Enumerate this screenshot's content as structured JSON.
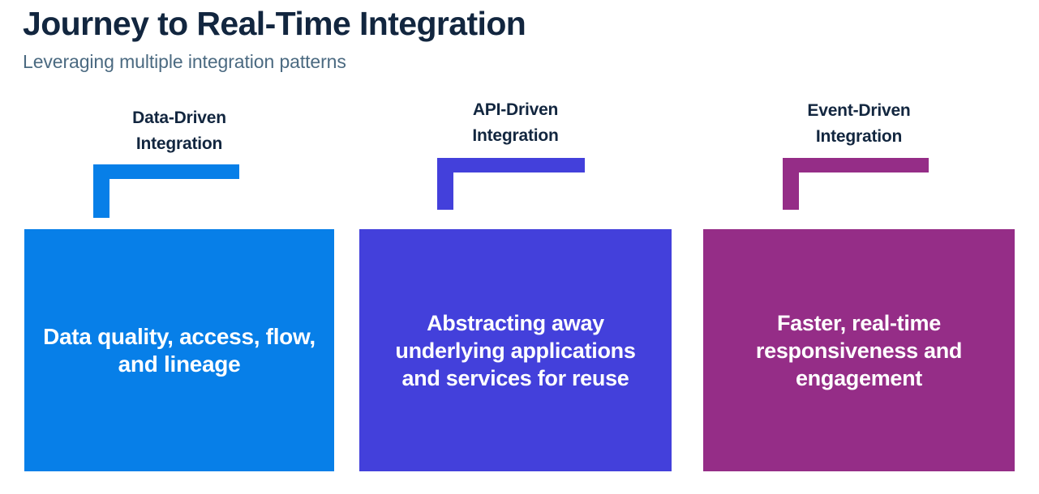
{
  "header": {
    "title": "Journey to Real-Time Integration",
    "subtitle": "Leveraging multiple integration patterns"
  },
  "colors": {
    "title_text": "#12263f",
    "subtitle_text": "#4b6a81",
    "card_text": "#ffffff",
    "background": "#ffffff",
    "data_driven": "#077fe8",
    "api_driven": "#4340db",
    "event_driven": "#952d87"
  },
  "columns": [
    {
      "id": "data-driven",
      "heading": "Data-Driven\nIntegration",
      "card_text": "Data quality, access,\nflow, and lineage",
      "color": "#077fe8",
      "connector": "l-shaped-bracket"
    },
    {
      "id": "api-driven",
      "heading": "API-Driven\nIntegration",
      "card_text": "Abstracting away\nunderlying applications\nand services for reuse",
      "color": "#4340db",
      "connector": "l-shaped-bracket"
    },
    {
      "id": "event-driven",
      "heading": "Event-Driven\nIntegration",
      "card_text": "Faster, real-time\nresponsiveness and\nengagement",
      "color": "#952d87",
      "connector": "l-shaped-bracket"
    }
  ]
}
